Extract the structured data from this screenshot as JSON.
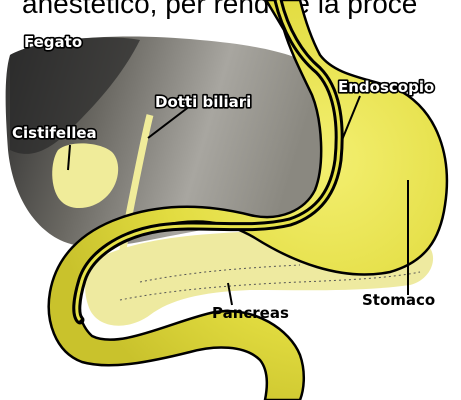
{
  "caption_top": "anestetico, per rendere la proce",
  "labels": {
    "liver": "Fegato",
    "bile_ducts": "Dotti biliari",
    "gallbladder": "Cistifellea",
    "endoscope": "Endoscopio",
    "stomach": "Stomaco",
    "pancreas": "Pancreas"
  },
  "colors": {
    "liver_dark": "#3a3a3a",
    "liver_mid": "#9a9890",
    "organ_yellow": "#e3df4a",
    "organ_pale": "#f0ec9a",
    "outline": "#000000"
  }
}
